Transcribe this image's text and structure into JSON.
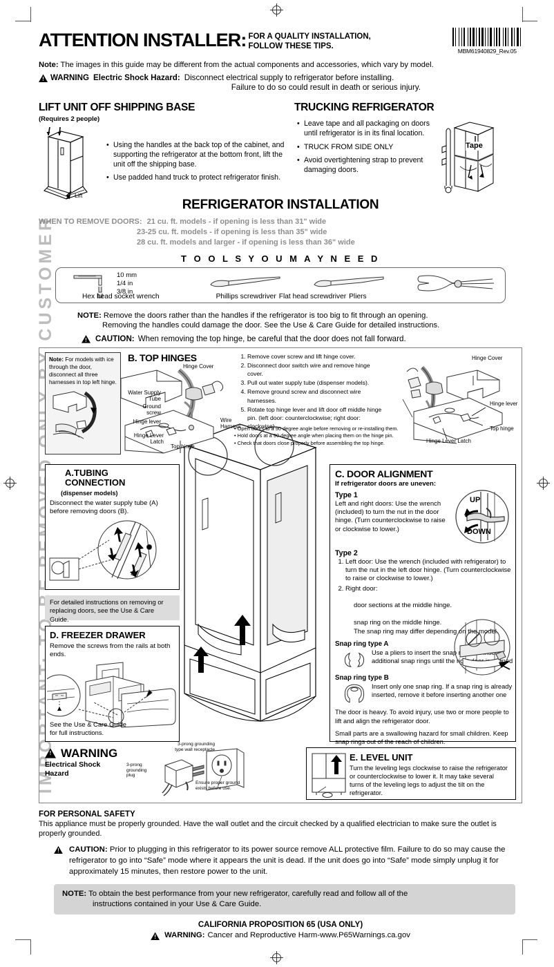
{
  "sidebar": {
    "text": "IMPORTANT: TO BE REMOVED ONLY BY CUSTOMER"
  },
  "header": {
    "title": "ATTENTION INSTALLER:",
    "subtitle_line1": "FOR A QUALITY INSTALLATION,",
    "subtitle_line2": "FOLLOW THESE TIPS.",
    "part_number": "MBM61940829_Rev.05",
    "note_label": "Note:",
    "note_text": " The images in this guide may be different from the actual components and accessories, which vary by model.",
    "warning_label": "WARNING",
    "warning_hazard": "Electric Shock Hazard:",
    "warning_line1": "Disconnect electrical supply to refrigerator before installing.",
    "warning_line2": "Failure to do so could result in death or serious injury."
  },
  "lift": {
    "title": "LIFT UNIT OFF SHIPPING BASE",
    "subtitle": "(Requires 2 people)",
    "art_label": "Lift",
    "bullets": [
      "Using the handles at the back top of the cabinet, and supporting the refrigerator at the bottom front, lift the unit off the shipping base.",
      "Use padded hand truck to protect refrigerator finish."
    ]
  },
  "trucking": {
    "title": "TRUCKING REFRIGERATOR",
    "art_label": "Tape",
    "bullets": [
      "Leave tape and all packaging on doors until refrigerator is in its final location.",
      "TRUCK FROM SIDE ONLY",
      "Avoid overtightening strap to prevent damaging doors."
    ]
  },
  "install": {
    "title": "REFRIGERATOR INSTALLATION",
    "remove_label": "WHEN TO REMOVE DOORS:",
    "remove_lines": [
      "21 cu. ft. models - if opening is less than 31\" wide",
      "23-25 cu. ft. models - if opening is less than 35\" wide",
      "28 cu. ft. models and larger - if opening is less than 36\" wide"
    ]
  },
  "tools": {
    "title": "T O O L S   Y O U   M A Y   N E E D",
    "sizes": [
      "10 mm",
      "1/4 in",
      "3/8 in"
    ],
    "names": [
      "Hex head socket wrench",
      "Phillips screwdriver",
      "Flat head screwdriver",
      "Pliers"
    ]
  },
  "notices": {
    "note_label": "NOTE:",
    "note_line1": "Remove the doors rather than the handles if the refrigerator is too big to fit through an opening.",
    "note_line2": "Removing the handles could damage the door. See the Use & Care Guide for detailed instructions.",
    "caution_label": "CAUTION:",
    "caution_text": "When removing the top hinge, be careful that the door does not fall forward."
  },
  "top_hinges": {
    "title": "B. TOP HINGES",
    "note_label": "Note:",
    "note_text": "For models with ice through the door, disconnect all three harnesses in top left hinge.",
    "steps": [
      "Remove cover screw and lift hinge cover.",
      "Disconnect door switch wire and remove hinge cover.",
      "Pull out water supply tube (dispenser models).",
      "Remove ground screw and disconnect wire harnesses.",
      "Rotate top hinge lever and lift door off middle hinge pin. (left door: counterclockwise; right door: clockwise)"
    ],
    "dots": [
      "Open doors to a 90 degree angle before  removing or re-installing them.",
      "Hold doors at a 90 degree angle when placing them on the hinge pin.",
      "Check that doors close properly before assembling the top hinge."
    ],
    "labels": {
      "hinge_cover": "Hinge Cover",
      "water_supply_tube": "Water Supply\nTube",
      "ground_screw": "Ground\nscrew",
      "hinge_lever": "Hinge lever",
      "hinge_lever_latch": "Hinge Lever\nLatch",
      "top_hinge": "Top hinge",
      "wire_harness": "Wire\nHarness",
      "hinge_cover_r": "Hinge Cover",
      "hinge_lever_r": "Hinge lever",
      "top_hinge_r": "Top hinge",
      "hinge_lever_latch_r": "Hinge Lever Latch"
    }
  },
  "tubing": {
    "title_l1": "A.TUBING",
    "title_l2": "CONNECTION",
    "subtitle": "(dispenser models)",
    "body": "Disconnect the water supply tube (A) before removing doors (B)."
  },
  "grey_note": "For detailed instructions on removing or replacing doors, see the Use & Care Guide.",
  "freezer": {
    "title": "D. FREEZER DRAWER",
    "body": "Remove the screws from the rails at both ends.",
    "footer": "See the Use & Care Guide for full instructions."
  },
  "door_align": {
    "title": "C. DOOR ALIGNMENT",
    "lead": "If refrigerator doors are uneven:",
    "type1_label": "Type 1",
    "type1_text": "Left and right doors: Use the wrench (included) to turn the nut in the door hinge. (Turn counterclockwise to raise or clockwise to lower.)",
    "type2_label": "Type 2",
    "type2_step1": "Left door: Use the wrench (included with refrigerator) to turn the nut in the left door hinge. (Turn counterclockwise to raise or clockwise to lower.)",
    "type2_step2": "Right door:",
    "gap_line1": "door sections at the middle hinge.",
    "gap_line2": "snap ring on the middle hinge.",
    "gap_line3": "The snap ring may differ depending on the model.",
    "dial_up": "UP",
    "dial_down": "DOWN",
    "snap_a_label": "Snap ring type A",
    "snap_a_text": "Use a pliers to insert the snap ring and insert additional snap rings until the right door is aligned",
    "snap_b_label": "Snap ring type B",
    "snap_b_text": "Insert only one snap ring. If a snap ring is already inserted, remove it before inserting another one",
    "final_line1": "The door is heavy. To avoid injury, use two or more people to lift and align the refrigerator door.",
    "final_line2": "Small parts are a swallowing hazard for small children. Keep snap rings out of the reach of children."
  },
  "level": {
    "title": "E. LEVEL UNIT",
    "body": "Turn the leveling legs clockwise to raise the refrigerator or counterclockwise to lower it. It may take several turns of the leveling legs to adjust the tilt on the refrigerator."
  },
  "electrical": {
    "warning_label": "WARNING",
    "hazard_l1": "Electrical Shock",
    "hazard_l2": "Hazard",
    "plug_label_l1": "3-prong",
    "plug_label_l2": "grounding",
    "plug_label_l3": "plug",
    "receptacle_l1": "3-prong grounding",
    "receptacle_l2": "type wall receptacle",
    "ground_note_l1": "Ensure proper ground",
    "ground_note_l2": "exists before use."
  },
  "footer": {
    "personal_safety_title": "FOR PERSONAL SAFETY",
    "personal_safety_body": "This appliance must be properly grounded. Have the wall outlet and the circuit checked by a qualified electrician to make sure the outlet is properly grounded.",
    "caution_label": "CAUTION:",
    "caution_body": "Prior to plugging in this refrigerator to its power source remove ALL protective film. Failure to do so may cause the refrigerator to go into “Safe” mode where it appears the unit is dead. If the unit does go into “Safe” mode simply unplug it for approximately 15 minutes, then restore power to the unit.",
    "note_label": "NOTE:",
    "note_line1": "To obtain the best performance from your new refrigerator, carefully read and follow all of the",
    "note_line2": "instructions contained in your Use & Care Guide.",
    "prop65_title": "CALIFORNIA PROPOSITION 65 (USA ONLY)",
    "prop65_warning_label": "WARNING:",
    "prop65_warning_text": "Cancer and Reproductive Harm-www.P65Warnings.ca.gov"
  }
}
